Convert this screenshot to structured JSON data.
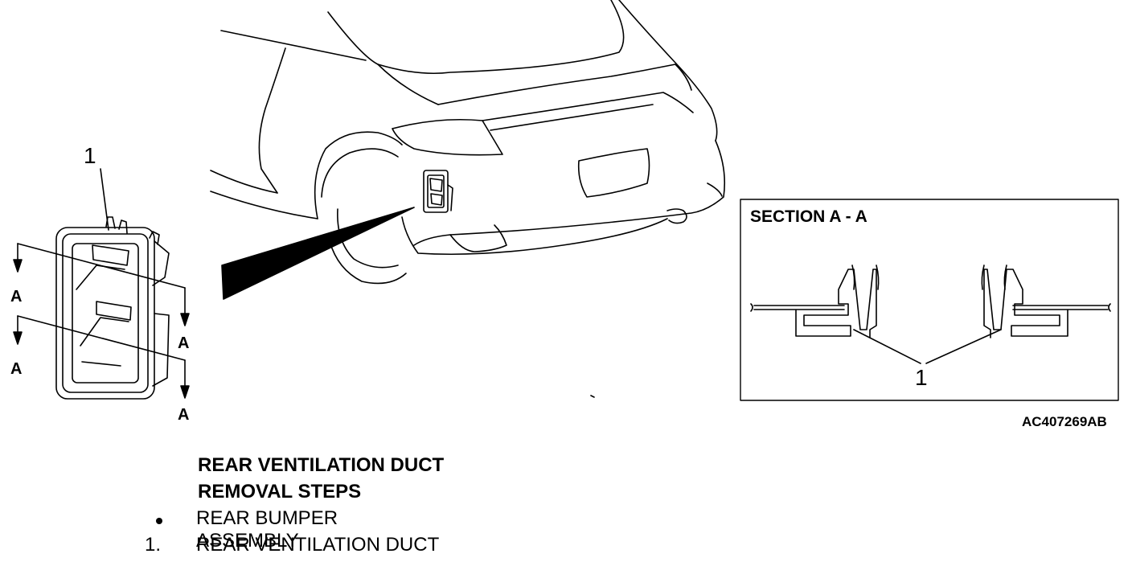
{
  "diagram": {
    "callout_main": "1",
    "section_callout": "1",
    "arrow_labels": [
      "A",
      "A",
      "A",
      "A"
    ],
    "section_title": "SECTION A - A",
    "figure_code": "AC407269AB"
  },
  "steps": {
    "title": "REAR VENTILATION DUCT",
    "subtitle": "REMOVAL STEPS",
    "items": [
      {
        "marker": "bullet",
        "label": "REAR BUMPER ASSEMBLY"
      },
      {
        "marker": "1.",
        "label": "REAR VENTILATION DUCT"
      }
    ]
  }
}
